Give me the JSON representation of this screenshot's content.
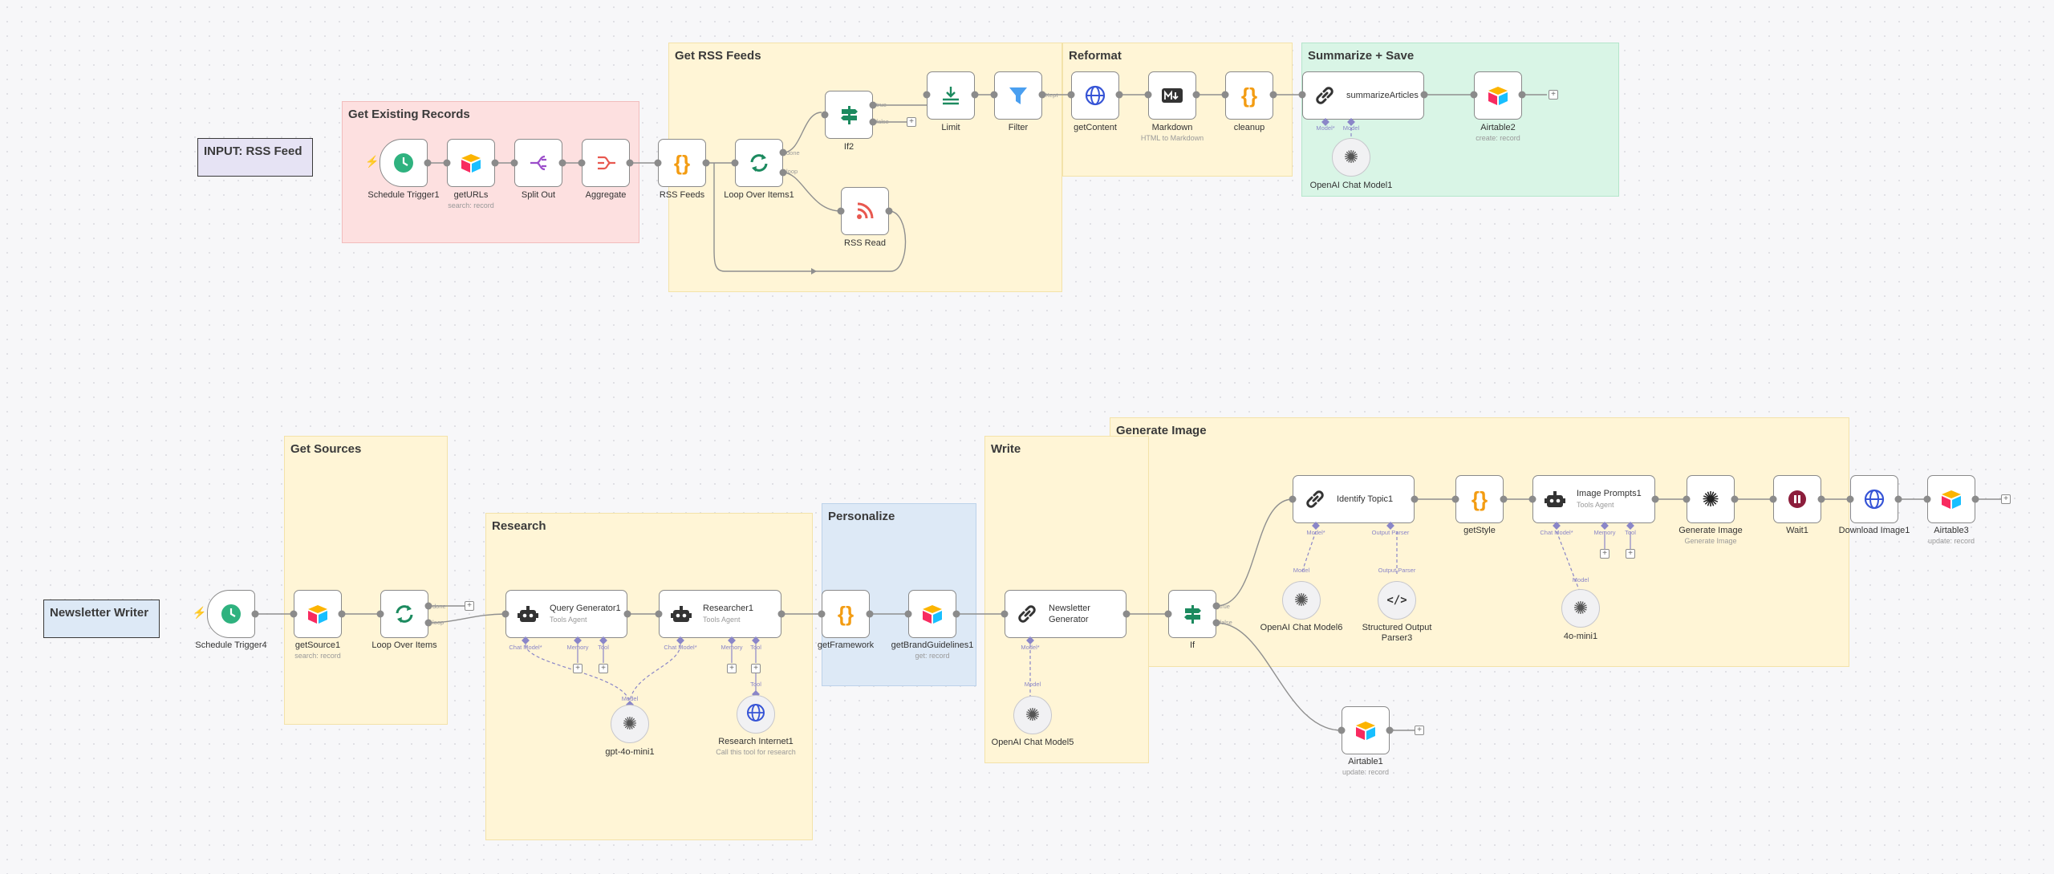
{
  "notes": {
    "rss_input": "INPUT: RSS Feed",
    "newsletter_writer": "Newsletter Writer"
  },
  "groups": {
    "existing": "Get Existing Records",
    "rss_feeds": "Get RSS Feeds",
    "reformat": "Reformat",
    "summarize": "Summarize + Save",
    "sources": "Get Sources",
    "research": "Research",
    "personalize": "Personalize",
    "write": "Write",
    "generate_image": "Generate Image"
  },
  "nodes": {
    "schedule_trigger1": {
      "label": "Schedule Trigger1"
    },
    "get_urls": {
      "label": "getURLs",
      "sub": "search: record"
    },
    "split_out": {
      "label": "Split Out"
    },
    "aggregate": {
      "label": "Aggregate"
    },
    "rss_feeds": {
      "label": "RSS Feeds"
    },
    "loop_over_items1": {
      "label": "Loop Over Items1"
    },
    "if2": {
      "label": "If2"
    },
    "rss_read": {
      "label": "RSS Read"
    },
    "limit": {
      "label": "Limit"
    },
    "filter": {
      "label": "Filter"
    },
    "get_content": {
      "label": "getContent"
    },
    "markdown": {
      "label": "Markdown",
      "sub": "HTML to Markdown"
    },
    "cleanup": {
      "label": "cleanup"
    },
    "summarize_articles": {
      "label": "summarizeArticles"
    },
    "airtable2": {
      "label": "Airtable2",
      "sub": "create: record"
    },
    "openai_chat_model1": {
      "label": "OpenAI Chat Model1"
    },
    "schedule_trigger4": {
      "label": "Schedule Trigger4"
    },
    "get_source1": {
      "label": "getSource1",
      "sub": "search: record"
    },
    "loop_over_items": {
      "label": "Loop Over Items"
    },
    "query_generator1": {
      "label": "Query Generator1",
      "sub": "Tools Agent"
    },
    "researcher1": {
      "label": "Researcher1",
      "sub": "Tools Agent"
    },
    "gpt_4o_mini1": {
      "label": "gpt-4o-mini1"
    },
    "research_internet1": {
      "label": "Research Internet1",
      "sub": "Call this tool for research"
    },
    "get_framework": {
      "label": "getFramework"
    },
    "get_brand_guidelines1": {
      "label": "getBrandGuidelines1",
      "sub": "get: record"
    },
    "newsletter_generator": {
      "label": "Newsletter Generator"
    },
    "openai_chat_model5": {
      "label": "OpenAI Chat Model5"
    },
    "if": {
      "label": "If"
    },
    "identify_topic1": {
      "label": "Identify Topic1"
    },
    "openai_chat_model6": {
      "label": "OpenAI Chat Model6"
    },
    "structured_output_parser3": {
      "label": "Structured Output Parser3"
    },
    "get_style": {
      "label": "getStyle"
    },
    "image_prompts1": {
      "label": "Image Prompts1",
      "sub": "Tools Agent"
    },
    "four_o_mini1": {
      "label": "4o-mini1"
    },
    "generate_image": {
      "label": "Generate Image",
      "sub": "Generate Image"
    },
    "wait1": {
      "label": "Wait1"
    },
    "download_image1": {
      "label": "Download Image1"
    },
    "airtable3": {
      "label": "Airtable3",
      "sub": "update: record"
    },
    "airtable1": {
      "label": "Airtable1",
      "sub": "update: record"
    }
  },
  "port_labels": {
    "true": "true",
    "false": "false",
    "done": "done",
    "loop": "loop",
    "kept": "Kept",
    "model_req": "Model*",
    "model": "Model",
    "chat_model_req": "Chat Model*",
    "memory": "Memory",
    "tool": "Tool",
    "output_parser": "Output Parser"
  },
  "icons": {
    "trigger": "lightning-bolt-icon",
    "schedule": "clock-icon",
    "airtable": "airtable-icon",
    "split": "split-out-icon",
    "aggregate": "aggregate-icon",
    "code": "code-braces-icon",
    "loop": "loop-arrows-icon",
    "if": "signpost-icon",
    "rss": "rss-icon",
    "limit": "limit-icon",
    "filter": "filter-funnel-icon",
    "http": "globe-icon",
    "markdown": "markdown-icon",
    "chain": "chain-link-icon",
    "openai": "openai-icon",
    "agent": "robot-icon",
    "parser": "code-tag-icon",
    "wait": "pause-icon"
  },
  "colors": {
    "group_yellow": "#fff5d6",
    "group_red": "#fde0e0",
    "group_green": "#d9f5e6",
    "group_blue": "#dde9f6",
    "sub_port": "#8a86c8",
    "wire": "#8f8f8f"
  }
}
